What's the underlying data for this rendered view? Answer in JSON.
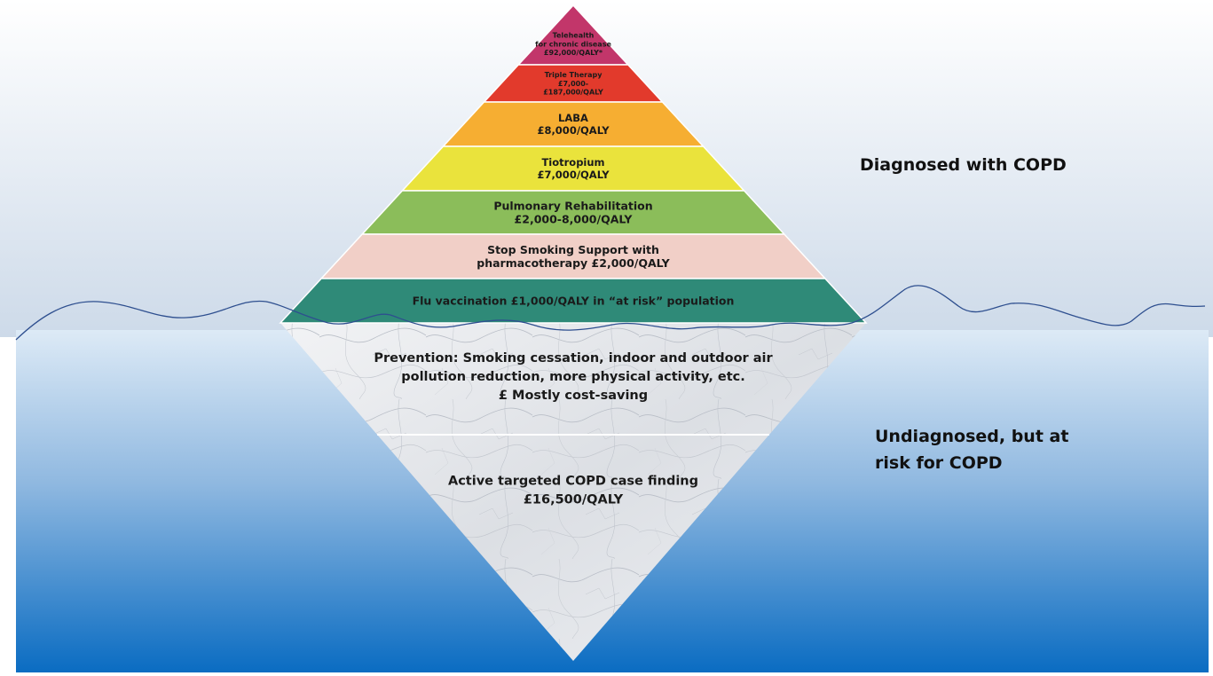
{
  "pyramid": {
    "tiers": [
      {
        "lines": [
          "Telehealth",
          "for chronic disease",
          "£92,000/QALY*"
        ],
        "color": "#c2366a"
      },
      {
        "lines": [
          "Triple Therapy",
          "£7,000-",
          "£187,000/QALY"
        ],
        "color": "#e23a2c"
      },
      {
        "lines": [
          "LABA",
          "£8,000/QALY"
        ],
        "color": "#f6ae32"
      },
      {
        "lines": [
          "Tiotropium",
          "£7,000/QALY"
        ],
        "color": "#eae33c"
      },
      {
        "lines": [
          "Pulmonary Rehabilitation",
          "£2,000-8,000/QALY"
        ],
        "color": "#8bbd5a"
      },
      {
        "lines": [
          "Stop Smoking Support with",
          "pharmacotherapy £2,000/QALY"
        ],
        "color": "#f1cfc7"
      },
      {
        "lines": [
          "Flu vaccination £1,000/QALY in “at risk” population"
        ],
        "color": "#2f8a78"
      }
    ]
  },
  "underwater": {
    "tiers": [
      {
        "lines": [
          "Prevention: Smoking cessation, indoor and outdoor air",
          "pollution reduction, more physical activity, etc.",
          "£ Mostly cost-saving"
        ]
      },
      {
        "lines": [
          "Active targeted COPD case finding",
          "£16,500/QALY"
        ]
      }
    ]
  },
  "labels": {
    "diagnosed": "Diagnosed with COPD",
    "undiagnosed_line1": "Undiagnosed, but at",
    "undiagnosed_line2": "risk for COPD"
  },
  "colors": {
    "sky_top": "#ffffff",
    "sky_bottom": "#cddae9",
    "water_top": "#ddeaf6",
    "water_bottom": "#0a6cc2",
    "wave": "#2e4f8f"
  }
}
